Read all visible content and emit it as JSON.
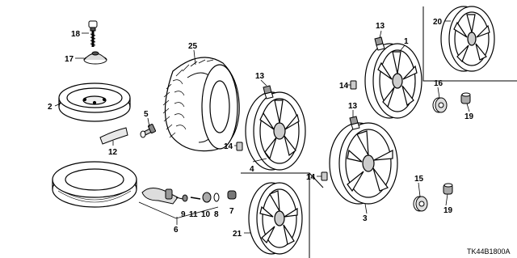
{
  "diagram_code": "TK44B1800A",
  "parts": [
    {
      "id": "p1",
      "number": "1",
      "name": "alloy-wheel"
    },
    {
      "id": "p2",
      "number": "2",
      "name": "spare-steel-wheel"
    },
    {
      "id": "p3",
      "number": "3",
      "name": "alloy-wheel"
    },
    {
      "id": "p4",
      "number": "4",
      "name": "alloy-wheel"
    },
    {
      "id": "p5",
      "number": "5",
      "name": "valve-stem"
    },
    {
      "id": "p6",
      "number": "6",
      "name": "tpms-sensor-kit"
    },
    {
      "id": "p7",
      "number": "7",
      "name": "valve-cap"
    },
    {
      "id": "p8",
      "number": "8",
      "name": "valve-washer"
    },
    {
      "id": "p9",
      "number": "9",
      "name": "sensor-screw"
    },
    {
      "id": "p10",
      "number": "10",
      "name": "valve-nut"
    },
    {
      "id": "p11",
      "number": "11",
      "name": "valve-core"
    },
    {
      "id": "p12",
      "number": "12",
      "name": "spare-tire-label"
    },
    {
      "id": "p13a",
      "number": "13",
      "name": "balance-weight"
    },
    {
      "id": "p13b",
      "number": "13",
      "name": "balance-weight"
    },
    {
      "id": "p13c",
      "number": "13",
      "name": "balance-weight"
    },
    {
      "id": "p14a",
      "number": "14",
      "name": "balance-weight"
    },
    {
      "id": "p14b",
      "number": "14",
      "name": "balance-weight"
    },
    {
      "id": "p14c",
      "number": "14",
      "name": "balance-weight"
    },
    {
      "id": "p15",
      "number": "15",
      "name": "center-cap"
    },
    {
      "id": "p16",
      "number": "16",
      "name": "center-cap"
    },
    {
      "id": "p17",
      "number": "17",
      "name": "spare-tire-bolt-washer"
    },
    {
      "id": "p18",
      "number": "18",
      "name": "spare-tire-bolt"
    },
    {
      "id": "p19a",
      "number": "19",
      "name": "wheel-nut"
    },
    {
      "id": "p19b",
      "number": "19",
      "name": "wheel-nut"
    },
    {
      "id": "p20",
      "number": "20",
      "name": "alloy-wheel"
    },
    {
      "id": "p21",
      "number": "21",
      "name": "alloy-wheel"
    },
    {
      "id": "p25",
      "number": "25",
      "name": "tire"
    }
  ]
}
